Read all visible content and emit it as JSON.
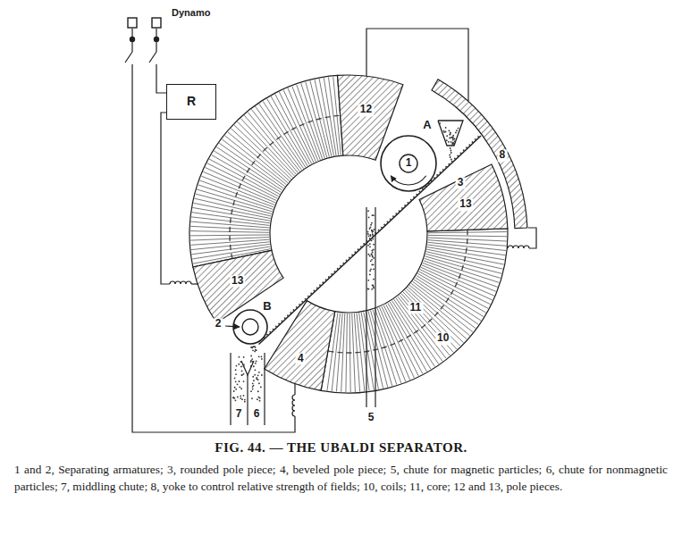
{
  "diagram": {
    "title": "FIG. 44. — THE UBALDI SEPARATOR.",
    "caption": "1 and 2, Separating armatures; 3, rounded pole piece; 4, beveled pole piece; 5, chute for magnetic particles; 6, chute for nonmagnetic particles; 7, middling chute; 8, yoke to control relative strength of fields; 10, coils; 11, core; 12 and 13, pole pieces.",
    "nodes": [
      {
        "text": [
          "R"
        ]
      }
    ],
    "labels": [
      "Dynamo",
      "12",
      "1",
      "A",
      "3",
      "8",
      "13",
      "13",
      "2",
      "B",
      "4",
      "11",
      "10",
      "5",
      "7",
      "6"
    ]
  }
}
